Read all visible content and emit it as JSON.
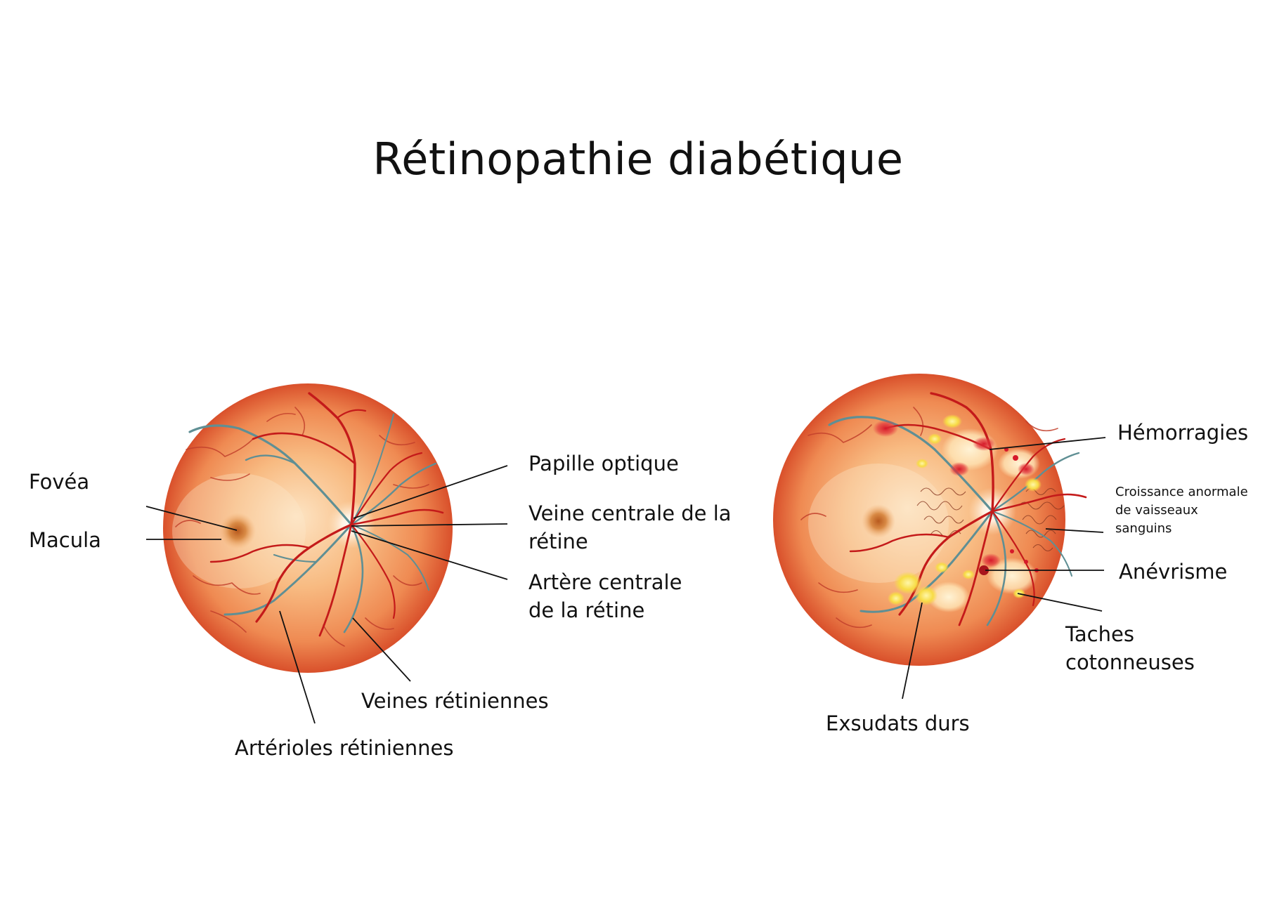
{
  "title": "Rétinopathie diabétique",
  "normal_eye": {
    "labels": {
      "fovea": "Fovéa",
      "macula": "Macula",
      "optic_disc": "Papille optique",
      "central_vein_1": "Veine centrale de la",
      "central_vein_2": "rétine",
      "central_artery_1": "Artère centrale",
      "central_artery_2": "de la rétine",
      "retinal_veins": "Veines rétiniennes",
      "retinal_arterioles": "Artérioles rétiniennes"
    }
  },
  "diabetic_eye": {
    "labels": {
      "hemorrhages": "Hémorragies",
      "neovascularization_1": "Croissance anormale",
      "neovascularization_2": "de vaisseaux",
      "neovascularization_3": "sanguins",
      "aneurysm": "Anévrisme",
      "cotton_wool_1": "Taches",
      "cotton_wool_2": "cotonneuses",
      "hard_exudates": "Exsudats durs"
    }
  },
  "colors": {
    "fundus_center": "#fde6c6",
    "fundus_mid": "#f4a46a",
    "fundus_edge": "#d9502b",
    "artery": "#c41a1a",
    "vein": "#5f8f94",
    "exudate": "#f7dc45"
  }
}
